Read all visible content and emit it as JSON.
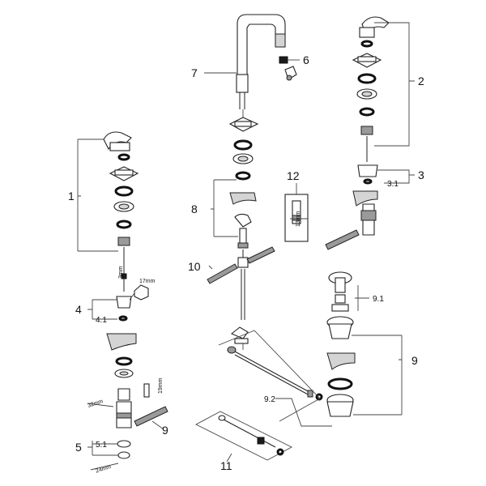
{
  "diagram": {
    "callouts": {
      "c1": "1",
      "c2": "2",
      "c3": "3",
      "c3_1": "3.1",
      "c4": "4",
      "c4_1": "4.1",
      "c5": "5",
      "c5_1": "5.1",
      "c6": "6",
      "c7": "7",
      "c8": "8",
      "c9_left": "9",
      "c9_right": "9",
      "c9_1": "9.1",
      "c9_2": "9.2",
      "c10": "10",
      "c11": "11",
      "c12": "12"
    },
    "dimensions": {
      "d3mm": "3mm",
      "d17mm": "17mm",
      "d19mm": "19mm",
      "d32mm": "32mm",
      "d24mm": "24mm",
      "d13mm": "13mm"
    }
  }
}
